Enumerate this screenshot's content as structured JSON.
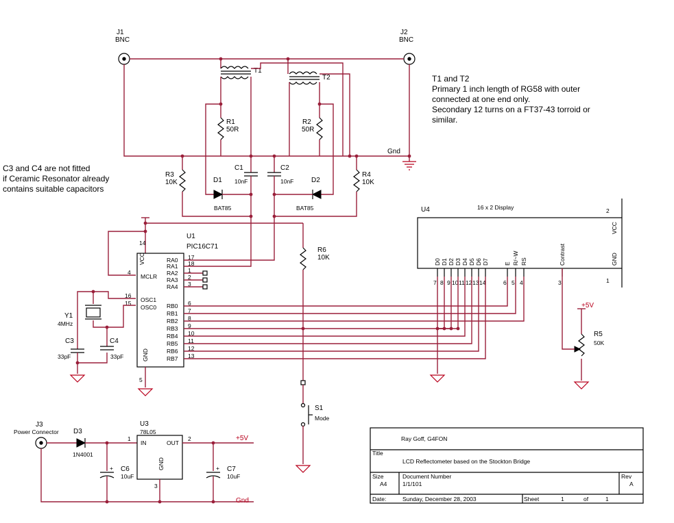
{
  "connectors": {
    "j1_ref": "J1",
    "j1_val": "BNC",
    "j2_ref": "J2",
    "j2_val": "BNC",
    "j3_ref": "J3",
    "j3_val": "Power Connector"
  },
  "transformers": {
    "t1": "T1",
    "t2": "T2"
  },
  "resistors": {
    "r1_ref": "R1",
    "r1_val": "50R",
    "r2_ref": "R2",
    "r2_val": "50R",
    "r3_ref": "R3",
    "r3_val": "10K",
    "r4_ref": "R4",
    "r4_val": "10K",
    "r5_ref": "R5",
    "r5_val": "50K",
    "r6_ref": "R6",
    "r6_val": "10K"
  },
  "capacitors": {
    "c1_ref": "C1",
    "c1_val": "10nF",
    "c2_ref": "C2",
    "c2_val": "10nF",
    "c3_ref": "C3",
    "c3_val": "33pF",
    "c4_ref": "C4",
    "c4_val": "33pF",
    "c6_ref": "C6",
    "c6_val": "10uF",
    "c7_ref": "C7",
    "c7_val": "10uF"
  },
  "diodes": {
    "d1_ref": "D1",
    "d1_val": "BAT85",
    "d2_ref": "D2",
    "d2_val": "BAT85",
    "d3_ref": "D3",
    "d3_val": "1N4001"
  },
  "crystal": {
    "ref": "Y1",
    "val": "4MHz"
  },
  "switch": {
    "ref": "S1",
    "val": "Mode"
  },
  "nets": {
    "gnd": "Gnd",
    "vcc": "+5V"
  },
  "notes": {
    "transformer_note": [
      "T1 and T2",
      "Primary 1 inch length of RG58 with outer",
      "connected at one end only.",
      "Secondary 12 turns on a FT37-43 torroid or",
      "similar."
    ],
    "cap_note": [
      "C3 and C4 are not fitted",
      "if Ceramic Resonator already",
      "contains suitable capacitors"
    ]
  },
  "u1": {
    "ref": "U1",
    "part": "PIC16C71",
    "pins_left": [
      {
        "name": "VCC",
        "num": "14"
      },
      {
        "name": "MCLR",
        "num": "4"
      },
      {
        "name": "OSC1",
        "num": "16"
      },
      {
        "name": "OSC0",
        "num": "15"
      },
      {
        "name": "GND",
        "num": "5"
      }
    ],
    "pins_right": [
      {
        "name": "RA0",
        "num": "17"
      },
      {
        "name": "RA1",
        "num": "18"
      },
      {
        "name": "RA2",
        "num": "1"
      },
      {
        "name": "RA3",
        "num": "2"
      },
      {
        "name": "RA4",
        "num": "3"
      },
      {
        "name": "RB0",
        "num": "6"
      },
      {
        "name": "RB1",
        "num": "7"
      },
      {
        "name": "RB2",
        "num": "8"
      },
      {
        "name": "RB3",
        "num": "9"
      },
      {
        "name": "RB4",
        "num": "10"
      },
      {
        "name": "RB5",
        "num": "11"
      },
      {
        "name": "RB6",
        "num": "12"
      },
      {
        "name": "RB7",
        "num": "13"
      }
    ]
  },
  "u3": {
    "ref": "U3",
    "part": "78L05",
    "in": "IN",
    "out": "OUT",
    "gnd": "GND",
    "pin_in": "1",
    "pin_out": "2",
    "pin_gnd": "3"
  },
  "u4": {
    "ref": "U4",
    "part": "16 x 2 Display",
    "pins": [
      {
        "name": "D0",
        "num": "7"
      },
      {
        "name": "D1",
        "num": "8"
      },
      {
        "name": "D2",
        "num": "9"
      },
      {
        "name": "D3",
        "num": "10"
      },
      {
        "name": "D4",
        "num": "11"
      },
      {
        "name": "D5",
        "num": "12"
      },
      {
        "name": "D6",
        "num": "13"
      },
      {
        "name": "D7",
        "num": "14"
      },
      {
        "name": "E",
        "num": "6"
      },
      {
        "name": "R/~W",
        "num": "5"
      },
      {
        "name": "RS",
        "num": "4"
      },
      {
        "name": "Contrast",
        "num": "3"
      }
    ],
    "vcc": "VCC",
    "vcc_num": "2",
    "gnd": "GND",
    "gnd_num": "1"
  },
  "title_block": {
    "author": "Ray Goff, G4FON",
    "title_label": "Title",
    "title": "LCD Reflectometer based on the Stockton Bridge",
    "size_label": "Size",
    "size": "A4",
    "docnum_label": "Document Number",
    "docnum": "1/1/101",
    "rev_label": "Rev",
    "rev": "A",
    "date_label": "Date:",
    "date": "Sunday, December 28, 2003",
    "sheet_label": "Sheet",
    "sheet": "1",
    "of_label": "of",
    "of": "1"
  }
}
